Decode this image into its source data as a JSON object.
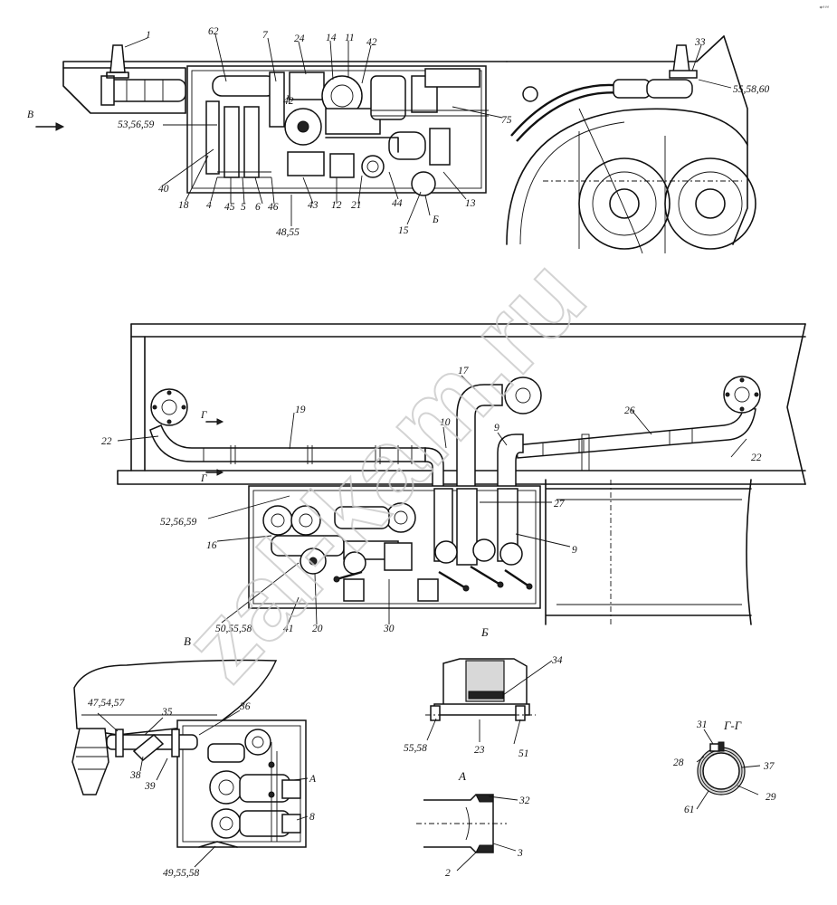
{
  "watermark": "zal-kam.ru",
  "corner_mark": "∗ᵃᵃᵃ",
  "top_view": {
    "labels": {
      "l1": "1",
      "l62": "62",
      "l7": "7",
      "l24": "24",
      "l14": "14",
      "l11": "11",
      "l42a": "42",
      "l33": "33",
      "l55_58_60": "55,58,60",
      "lB_arrow": "В",
      "l53_56_59": "53,56,59",
      "l42b": "42",
      "l75": "75",
      "l40": "40",
      "l18": "18",
      "l4": "4",
      "l45": "45",
      "l5": "5",
      "l6": "6",
      "l46": "46",
      "l43": "43",
      "l12": "12",
      "l21": "21",
      "l44": "44",
      "l13": "13",
      "l15": "15",
      "lB_ref": "Б",
      "l48_55": "48,55"
    }
  },
  "side_view": {
    "labels": {
      "l17": "17",
      "l19": "19",
      "l26": "26",
      "l22a": "22",
      "l22b": "22",
      "lG1": "Г",
      "lG2": "Г",
      "l10": "10",
      "l9a": "9",
      "l9b": "9",
      "l27": "27",
      "l52_56_59": "52,56,59",
      "l16": "16",
      "l50_55_58": "50,55,58",
      "l41": "41",
      "l20": "20",
      "l30": "30"
    }
  },
  "view_B": {
    "title": "В",
    "labels": {
      "l47_54_57": "47,54,57",
      "l35": "35",
      "l36": "36",
      "l38": "38",
      "l39": "39",
      "lA": "А",
      "l8": "8",
      "l49_55_58": "49,55,58"
    }
  },
  "view_Bb": {
    "title": "Б",
    "labels": {
      "l34": "34",
      "l55_58": "55,58",
      "l23": "23",
      "l51": "51"
    }
  },
  "view_A": {
    "title": "А",
    "labels": {
      "l32": "32",
      "l3": "3",
      "l2": "2"
    }
  },
  "section_GG": {
    "title": "Г-Г",
    "labels": {
      "l31": "31",
      "l28": "28",
      "l37": "37",
      "l61": "61",
      "l29": "29"
    }
  }
}
